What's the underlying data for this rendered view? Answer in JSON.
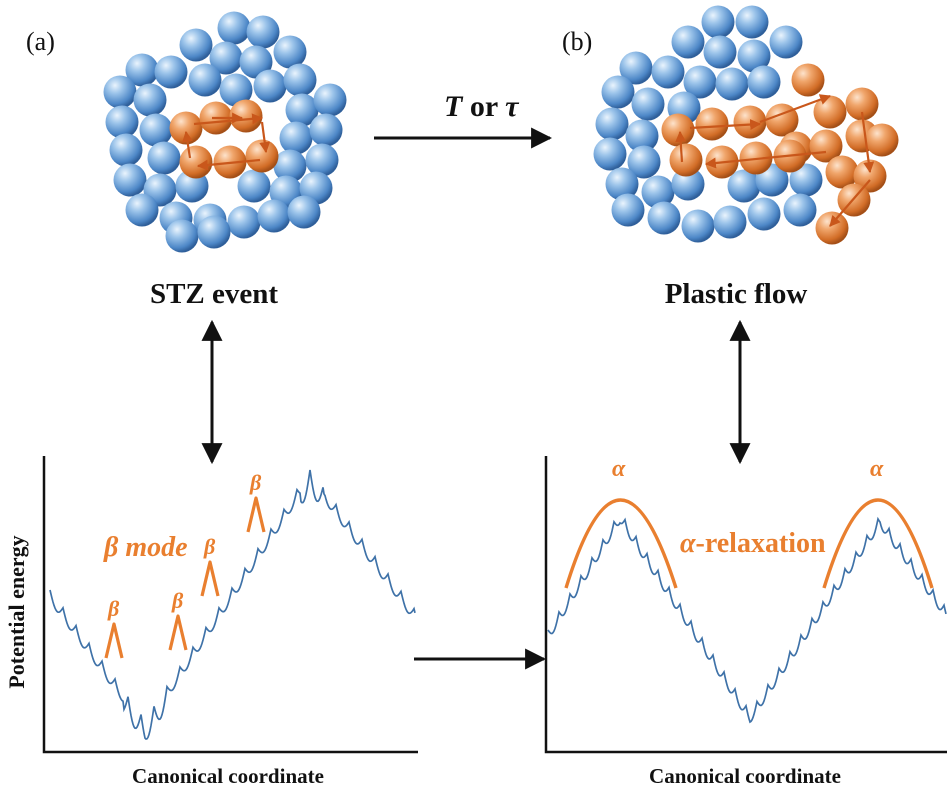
{
  "panel_a": {
    "tag": "(a)",
    "caption": "STZ event",
    "beta_mode_label": "β mode",
    "beta_symbol": "β"
  },
  "panel_b": {
    "tag": "(b)",
    "caption": "Plastic flow",
    "alpha_relaxation_label": "α-relaxation",
    "alpha_symbol": "α"
  },
  "transition": {
    "symbol_t": "T",
    "connector": " or ",
    "symbol_tau": "τ"
  },
  "axes": {
    "y_label": "Potential energy",
    "x_label": "Canonical coordinate"
  },
  "colors": {
    "atom_blue": "#5b9bd5",
    "atom_orange": "#e07b39",
    "curve_blue": "#3f72a8",
    "accent_orange": "#e97f2f",
    "arrow_black": "#111111"
  }
}
